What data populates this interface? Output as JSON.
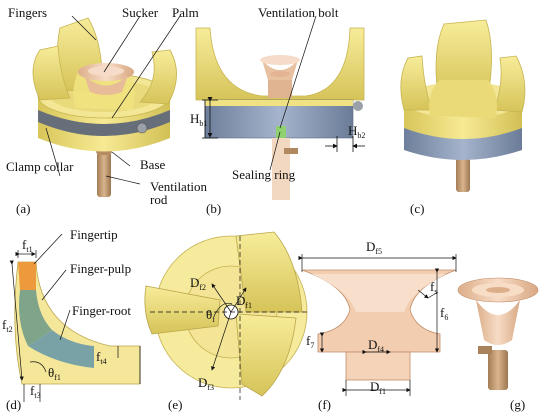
{
  "labels": {
    "fingers": "Fingers",
    "sucker": "Sucker",
    "palm": "Palm",
    "ventilation_bolt": "Ventilation bolt",
    "clamp_collar": "Clamp collar",
    "base": "Base",
    "ventilation_rod_1": "Ventilation",
    "ventilation_rod_2": "rod",
    "sealing_ring": "Sealing ring",
    "fingertip": "Fingertip",
    "finger_pulp": "Finger-pulp",
    "finger_root": "Finger-root"
  },
  "dimensions": {
    "h_b1": {
      "main": "H",
      "sub": "b1"
    },
    "h_b2": {
      "main": "H",
      "sub": "b2"
    },
    "f_t1": {
      "main": "f",
      "sub": "t1"
    },
    "f_t2": {
      "main": "f",
      "sub": "t2"
    },
    "f_t3": {
      "main": "f",
      "sub": "t3"
    },
    "f_t4": {
      "main": "f",
      "sub": "t4"
    },
    "theta_f1": {
      "main": "θ",
      "sub": "f1"
    },
    "d_f1_e": {
      "main": "D",
      "sub": "f1"
    },
    "d_f2": {
      "main": "D",
      "sub": "f2"
    },
    "d_f3": {
      "main": "D",
      "sub": "f3"
    },
    "theta_f": {
      "main": "θ",
      "sub": "f"
    },
    "d_f5": {
      "main": "D",
      "sub": "f5"
    },
    "f_s": {
      "main": "f",
      "sub": "s"
    },
    "f_7": {
      "main": "f",
      "sub": "7"
    },
    "d_f4": {
      "main": "D",
      "sub": "f4"
    },
    "d_f1_f": {
      "main": "D",
      "sub": "f1"
    },
    "f_6": {
      "main": "f",
      "sub": "6"
    }
  },
  "captions": [
    "(a)",
    "(b)",
    "(c)",
    "(d)",
    "(e)",
    "(f)",
    "(g)"
  ],
  "colors": {
    "yellow": "#f2e27c",
    "yellow_dark": "#cdbb4a",
    "blue_grey": "#8fa2bf",
    "sucker": "#f2cfb2",
    "sucker_dark": "#d9a985",
    "rod": "#c7a078",
    "orange": "#ec9a3c",
    "green": "#7faa8a",
    "teal": "#6f9f9f"
  }
}
